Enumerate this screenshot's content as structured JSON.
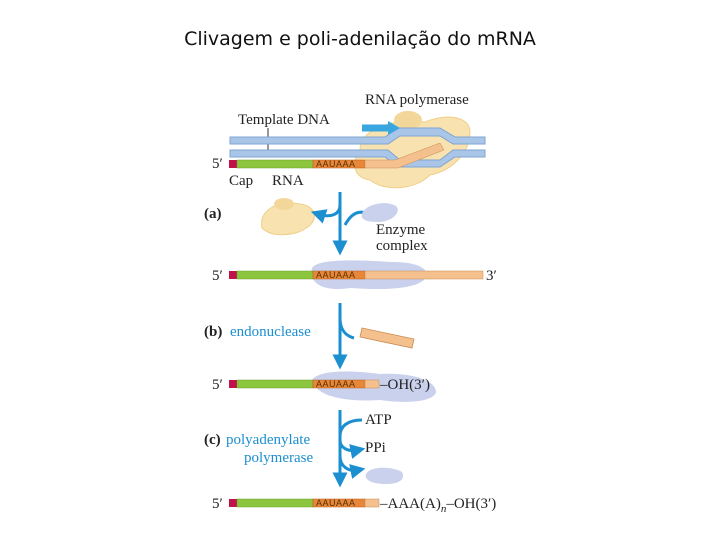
{
  "title": "Clivagem e poli-adenilação do mRNA",
  "labels": {
    "rna_polymerase": "RNA polymerase",
    "template_dna": "Template DNA",
    "five_prime": "5′",
    "three_prime": "3′",
    "cap": "Cap",
    "rna": "RNA",
    "signal_seq": "AAUAAA",
    "step_a": "(a)",
    "enzyme_complex_1": "Enzyme",
    "enzyme_complex_2": "complex",
    "step_b": "(b)",
    "endonuclease": "endonuclease",
    "oh3": "–OH(3′)",
    "atp": "ATP",
    "step_c": "(c)",
    "polyadenylate": "polyadenylate",
    "polymerase": "polymerase",
    "ppi": "PPi",
    "polyA_tail_prefix": "–AAA(A)",
    "polyA_n": "n",
    "polyA_tail_suffix": "–OH(3′)"
  },
  "colors": {
    "dna": "#a9c6e8",
    "cap": "#c0114a",
    "rna": "#8cc63f",
    "signal": "#e8873a",
    "tail": "#f4c08e",
    "enzyme": "#c9d1ec",
    "polymerase": "#f8e2b0",
    "arrow": "#1b8fd0"
  }
}
